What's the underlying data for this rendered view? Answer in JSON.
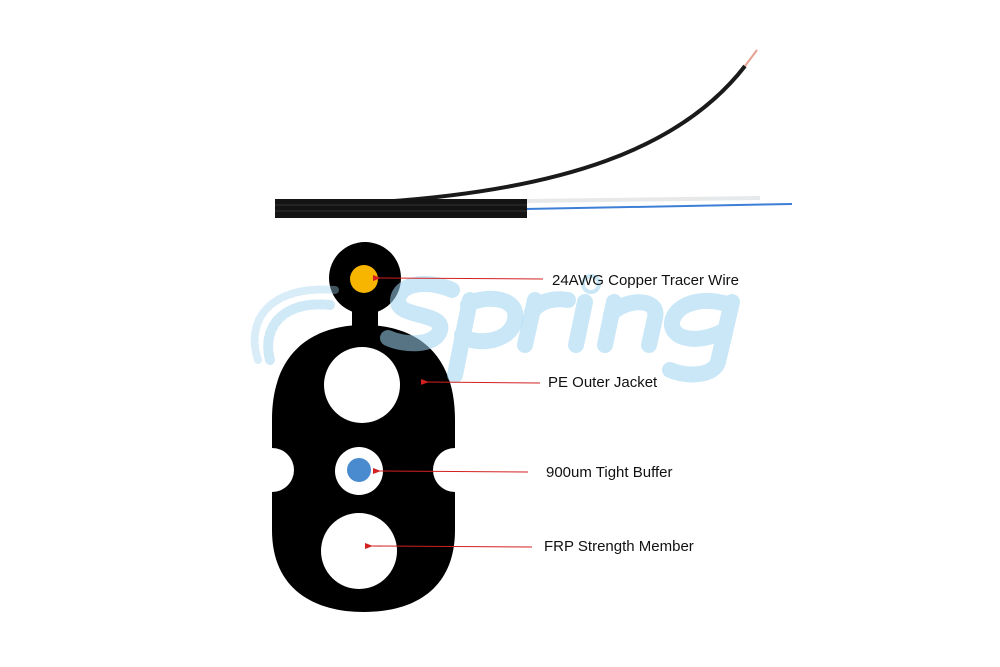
{
  "watermark": {
    "logo_text": "Spring"
  },
  "colors": {
    "jacket": "#000000",
    "copper": "#f7b500",
    "fiber": "#4a8bd0",
    "arrow": "#d42020",
    "watermark": "#9fd3f0"
  },
  "labels": {
    "copper": "24AWG Copper Tracer Wire",
    "jacket": "PE Outer Jacket",
    "buffer": "900um Tight Buffer",
    "frp": "FRP Strength Member"
  }
}
